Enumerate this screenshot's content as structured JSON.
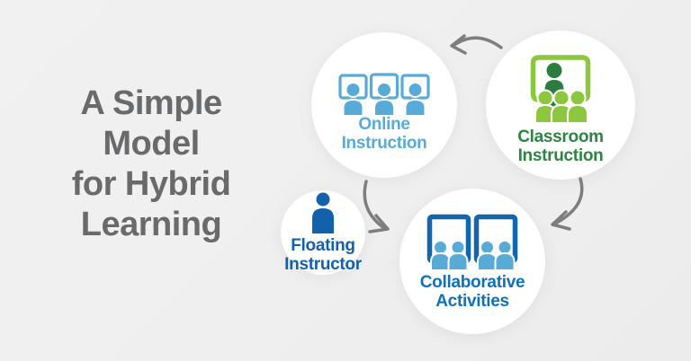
{
  "title": {
    "text": "A Simple Model for Hybrid Learning",
    "lines": [
      "A Simple",
      "Model",
      "for Hybrid",
      "Learning"
    ]
  },
  "nodes": {
    "online": {
      "line1": "Online",
      "line2": "Instruction",
      "icon": "monitors-audience-icon",
      "accent": "#58abd7"
    },
    "classroom": {
      "line1": "Classroom",
      "line2": "Instruction",
      "icon": "teacher-whiteboard-icon",
      "accent": "#2e8442",
      "board_color": "#8dc63f",
      "teacher_color": "#2a7d3f"
    },
    "floating": {
      "line1": "Floating",
      "line2": "Instructor",
      "icon": "instructor-person-icon",
      "accent": "#1360ab"
    },
    "collaborative": {
      "line1": "Collaborative",
      "line2": "Activities",
      "icon": "paired-groups-screens-icon",
      "accent": "#0f72b6",
      "frame_color": "#1266ae",
      "people_color": "#58abd7"
    }
  },
  "flow": [
    {
      "from": "Classroom Instruction",
      "to": "Online Instruction"
    },
    {
      "from": "Online Instruction",
      "to": "Collaborative Activities"
    },
    {
      "from": "Classroom Instruction",
      "to": "Collaborative Activities"
    }
  ],
  "colors": {
    "background": "#efefef",
    "circle_fill": "#ffffff",
    "title_text": "#696a6c",
    "arrow": "#7d7e80"
  }
}
